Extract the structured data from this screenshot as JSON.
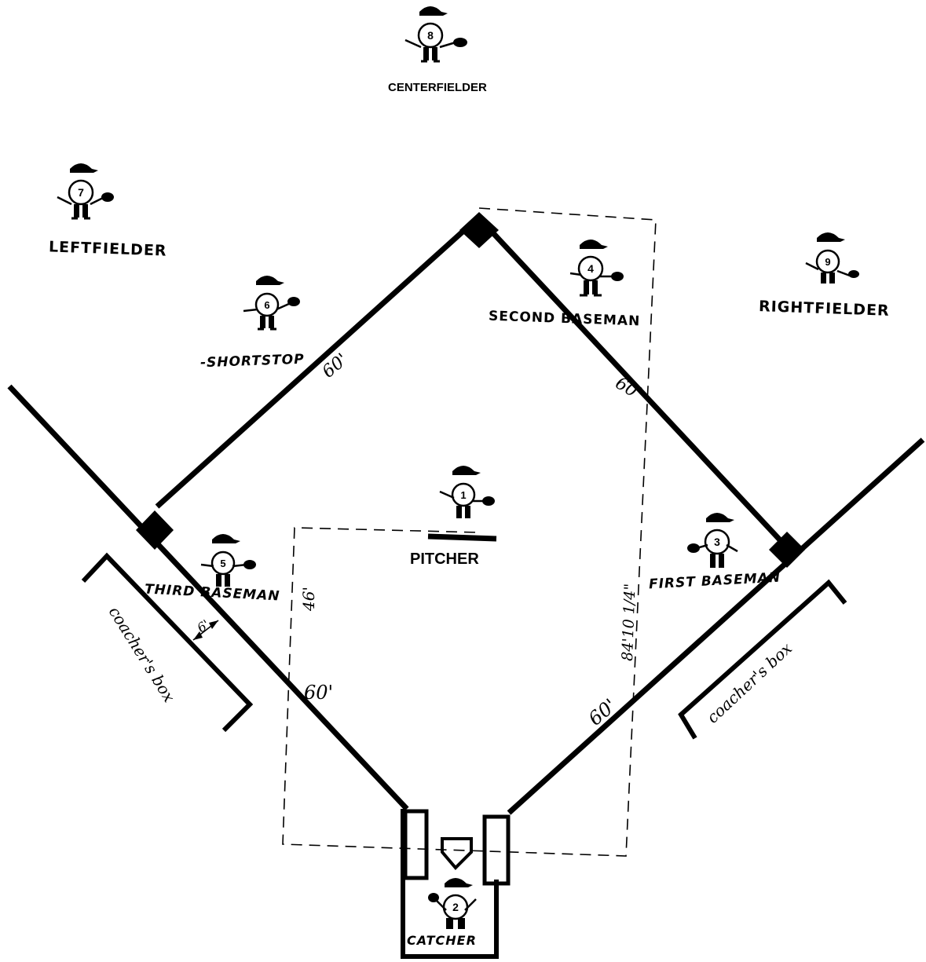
{
  "positions": {
    "centerfielder": "CENTERFIELDER",
    "leftfielder": "LEFTFIELDER",
    "rightfielder": "RIGHTFIELDER",
    "shortstop": "-SHORTSTOP",
    "second_baseman": "SECOND BASEMAN",
    "pitcher": "PITCHER",
    "third_baseman": "THIRD BASEMAN",
    "first_baseman": "FIRST BASEMAN",
    "catcher": "CATCHER"
  },
  "jersey_numbers": {
    "centerfielder": "8",
    "leftfielder": "7",
    "rightfielder": "9",
    "shortstop": "6",
    "second_baseman": "4",
    "pitcher": "1",
    "third_baseman": "5",
    "first_baseman": "3",
    "catcher": "2"
  },
  "measurements": {
    "third_to_second": "60'",
    "second_to_first": "60'",
    "home_to_third": "60'",
    "home_to_first": "60'",
    "pitching_distance": "46'",
    "diagonal": "84'10 1/4\"",
    "coach_box_offset": "6'"
  },
  "boxes": {
    "left_coach": "coacher's box",
    "right_coach": "coacher's box"
  }
}
